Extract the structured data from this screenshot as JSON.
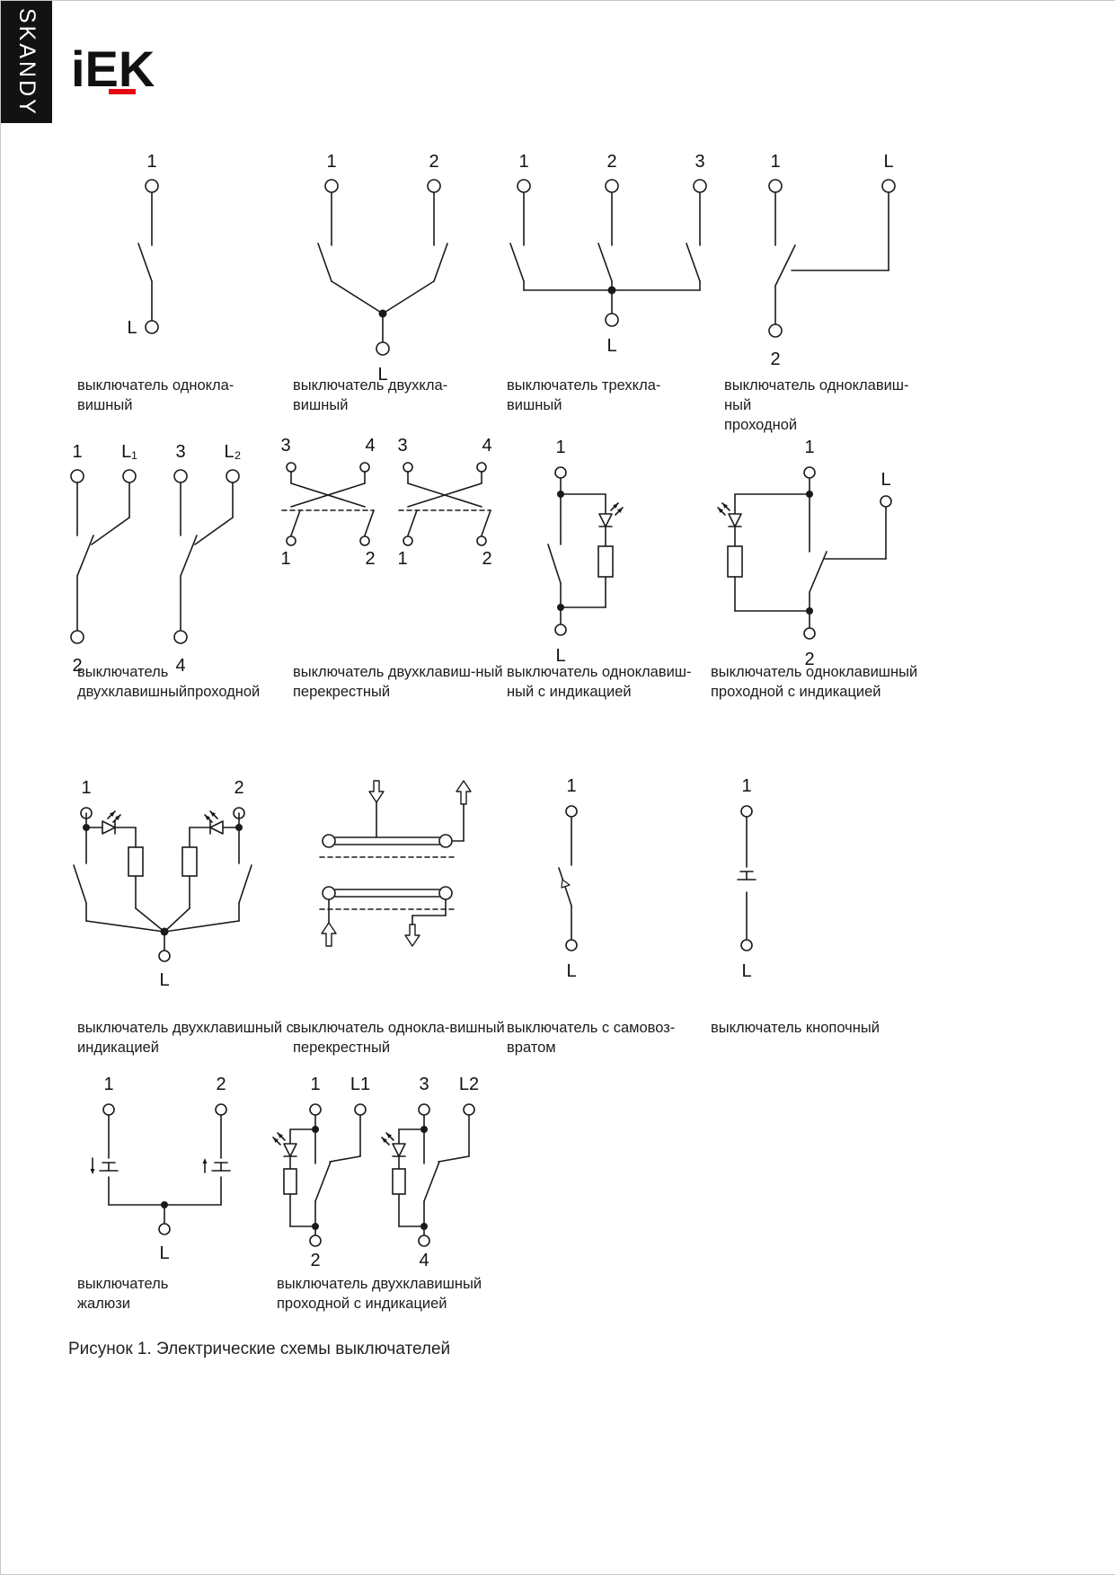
{
  "header": {
    "brand_vertical": "SKANDY",
    "logo_text": "iEK"
  },
  "colors": {
    "accent_red": "#e30613",
    "line_color": "#1a1a1a"
  },
  "figure": {
    "caption": "Рисунок 1. Электрические схемы выключателей"
  },
  "diagrams": [
    {
      "caption": "выключатель однокла-вишный",
      "labels": [
        "1",
        "L"
      ]
    },
    {
      "caption": "выключатель двухкла-вишный",
      "labels": [
        "1",
        "2",
        "L"
      ]
    },
    {
      "caption": "выключатель трехкла-вишный",
      "labels": [
        "1",
        "2",
        "3",
        "L"
      ]
    },
    {
      "caption": "выключатель одноклавиш-ный\nпроходной",
      "labels": [
        "1",
        "L",
        "2"
      ]
    },
    {
      "caption": "выключатель\nдвухклавишныйпроходной",
      "labels": [
        "1",
        "L₁",
        "3",
        "L₂",
        "2",
        "4"
      ]
    },
    {
      "caption": "выключатель двухклавиш-ный\nперекрестный",
      "labels": [
        "3",
        "4",
        "1",
        "2",
        "3",
        "4",
        "1",
        "2"
      ]
    },
    {
      "caption": "выключатель одноклавиш-\nный с индикацией",
      "labels": [
        "1",
        "L"
      ]
    },
    {
      "caption": "выключатель одноклавишный\nпроходной с индикацией",
      "labels": [
        "1",
        "L",
        "2"
      ]
    },
    {
      "caption": "выключатель двухклавишный с\nиндикацией",
      "labels": [
        "1",
        "2",
        "L"
      ]
    },
    {
      "caption": "выключатель однокла-вишный\nперекрестный",
      "labels": []
    },
    {
      "caption": "выключатель с самовоз-\nвратом",
      "labels": [
        "1",
        "L"
      ]
    },
    {
      "caption": "выключатель кнопочный",
      "labels": [
        "1",
        "L"
      ]
    },
    {
      "caption": "выключатель\nжалюзи",
      "labels": [
        "1",
        "2",
        "L"
      ]
    },
    {
      "caption": "выключатель двухклавишный\nпроходной с индикацией",
      "labels": [
        "1",
        "L1",
        "3",
        "L2",
        "2",
        "4"
      ]
    }
  ]
}
